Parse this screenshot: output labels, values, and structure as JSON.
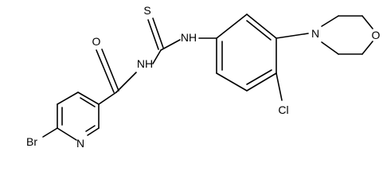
{
  "molecule": {
    "atoms": {
      "br": "Br",
      "n_pyridine": "N",
      "o_carbonyl": "O",
      "nh_amide": "NH",
      "s_thio": "S",
      "nh_aryl": "NH",
      "cl": "Cl",
      "n_morpholine": "N",
      "o_morpholine": "O"
    }
  }
}
